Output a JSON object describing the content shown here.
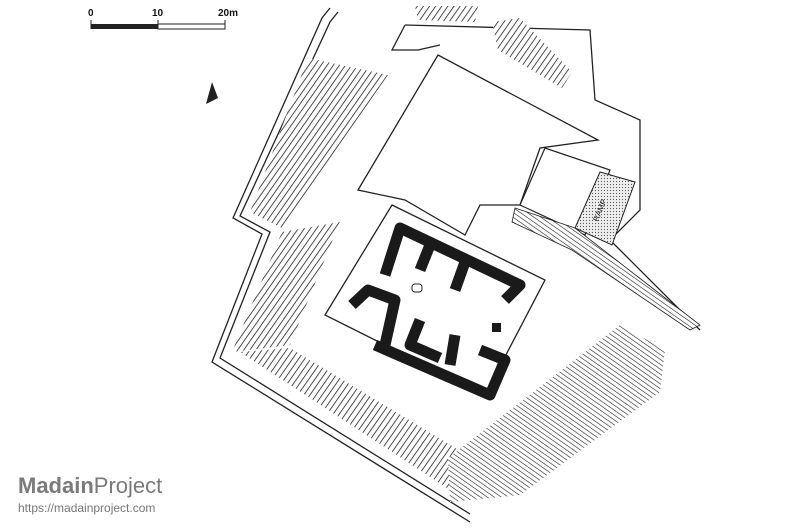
{
  "scale_bar": {
    "labels": [
      "0",
      "10",
      "20m"
    ]
  },
  "plan": {
    "ramp_label": "RAMP"
  },
  "watermark": {
    "brand_bold": "Madain",
    "brand_rest": "Project",
    "url": "https://madainproject.com"
  },
  "colors": {
    "ink": "#1a1a1a",
    "paper": "#ffffff",
    "watermark": "#7a7a7a"
  }
}
